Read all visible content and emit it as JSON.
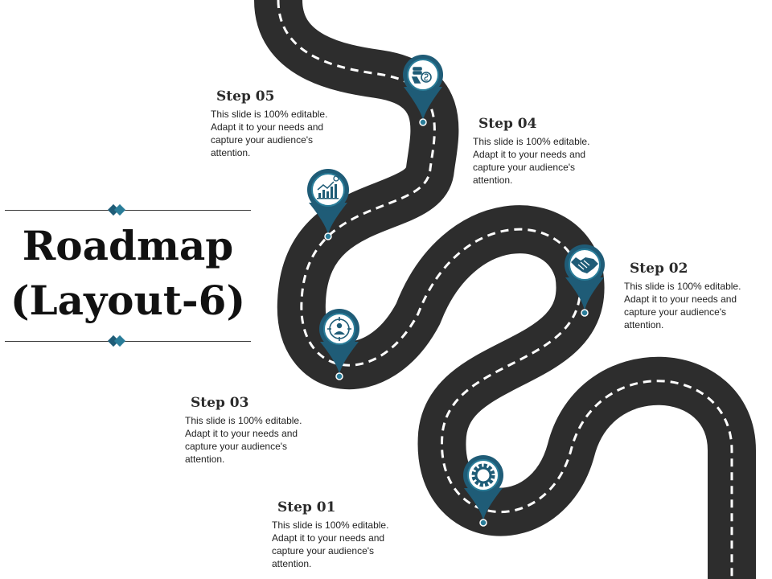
{
  "title": {
    "line1": "Roadmap",
    "line2": "(Layout-6)"
  },
  "steps": [
    {
      "id": "01",
      "label": "Step 01",
      "description": "This slide is 100% editable. Adapt it to your needs and capture your audience's attention.",
      "icon": "gear-icon"
    },
    {
      "id": "02",
      "label": "Step 02",
      "description": "This slide is 100% editable. Adapt it to your needs and capture your audience's attention.",
      "icon": "handshake-icon"
    },
    {
      "id": "03",
      "label": "Step 03",
      "description": "This slide is 100% editable. Adapt it to your needs and capture your audience's attention.",
      "icon": "target-person-icon"
    },
    {
      "id": "04",
      "label": "Step 04",
      "description": "This slide is 100% editable. Adapt it to your needs and capture your audience's attention.",
      "icon": "money-hand-icon"
    },
    {
      "id": "05",
      "label": "Step 05",
      "description": "This slide is 100% editable. Adapt it to your needs and capture your audience's attention.",
      "icon": "growth-chart-icon"
    }
  ],
  "colors": {
    "road": "#2d2d2d",
    "road_dash": "#ffffff",
    "pin": "#1f5c77",
    "pin_ring": "#2a7d99",
    "accent": "#2a7d99"
  }
}
